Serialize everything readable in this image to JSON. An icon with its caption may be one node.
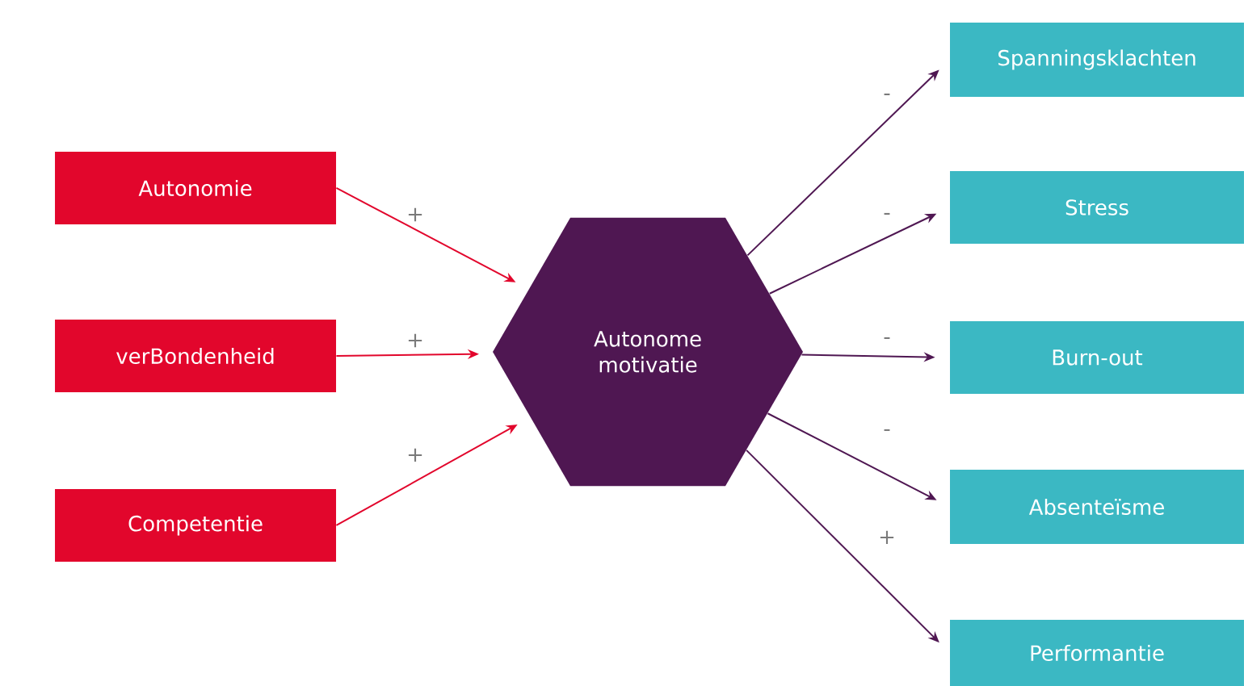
{
  "diagram": {
    "nodes": [
      {
        "text": [
          "Autonomie"
        ]
      },
      {
        "text": [
          "verBondenheid"
        ]
      },
      {
        "text": [
          "Competentie"
        ]
      },
      {
        "text": [
          "Autonome motivatie"
        ]
      },
      {
        "text": [
          "Spanningsklachten"
        ]
      },
      {
        "text": [
          "Stress"
        ]
      },
      {
        "text": [
          "Burn-out"
        ]
      },
      {
        "text": [
          "Absenteïsme"
        ]
      },
      {
        "text": [
          "Performantie"
        ]
      }
    ],
    "edges": [
      {
        "from": 0,
        "to": 3,
        "arrow": "to",
        "label": "+",
        "color": "#e2062c"
      },
      {
        "from": 1,
        "to": 3,
        "arrow": "to",
        "label": "+",
        "color": "#e2062c"
      },
      {
        "from": 2,
        "to": 3,
        "arrow": "to",
        "label": "+",
        "color": "#e2062c"
      },
      {
        "from": 3,
        "to": 4,
        "arrow": "to",
        "label": "-"
      },
      {
        "from": 3,
        "to": 5,
        "arrow": "to",
        "label": "-"
      },
      {
        "from": 3,
        "to": 6,
        "arrow": "to",
        "label": "-"
      },
      {
        "from": 3,
        "to": 7,
        "arrow": "to",
        "label": "-"
      },
      {
        "from": 3,
        "to": 8,
        "arrow": "to",
        "label": "+"
      }
    ]
  }
}
